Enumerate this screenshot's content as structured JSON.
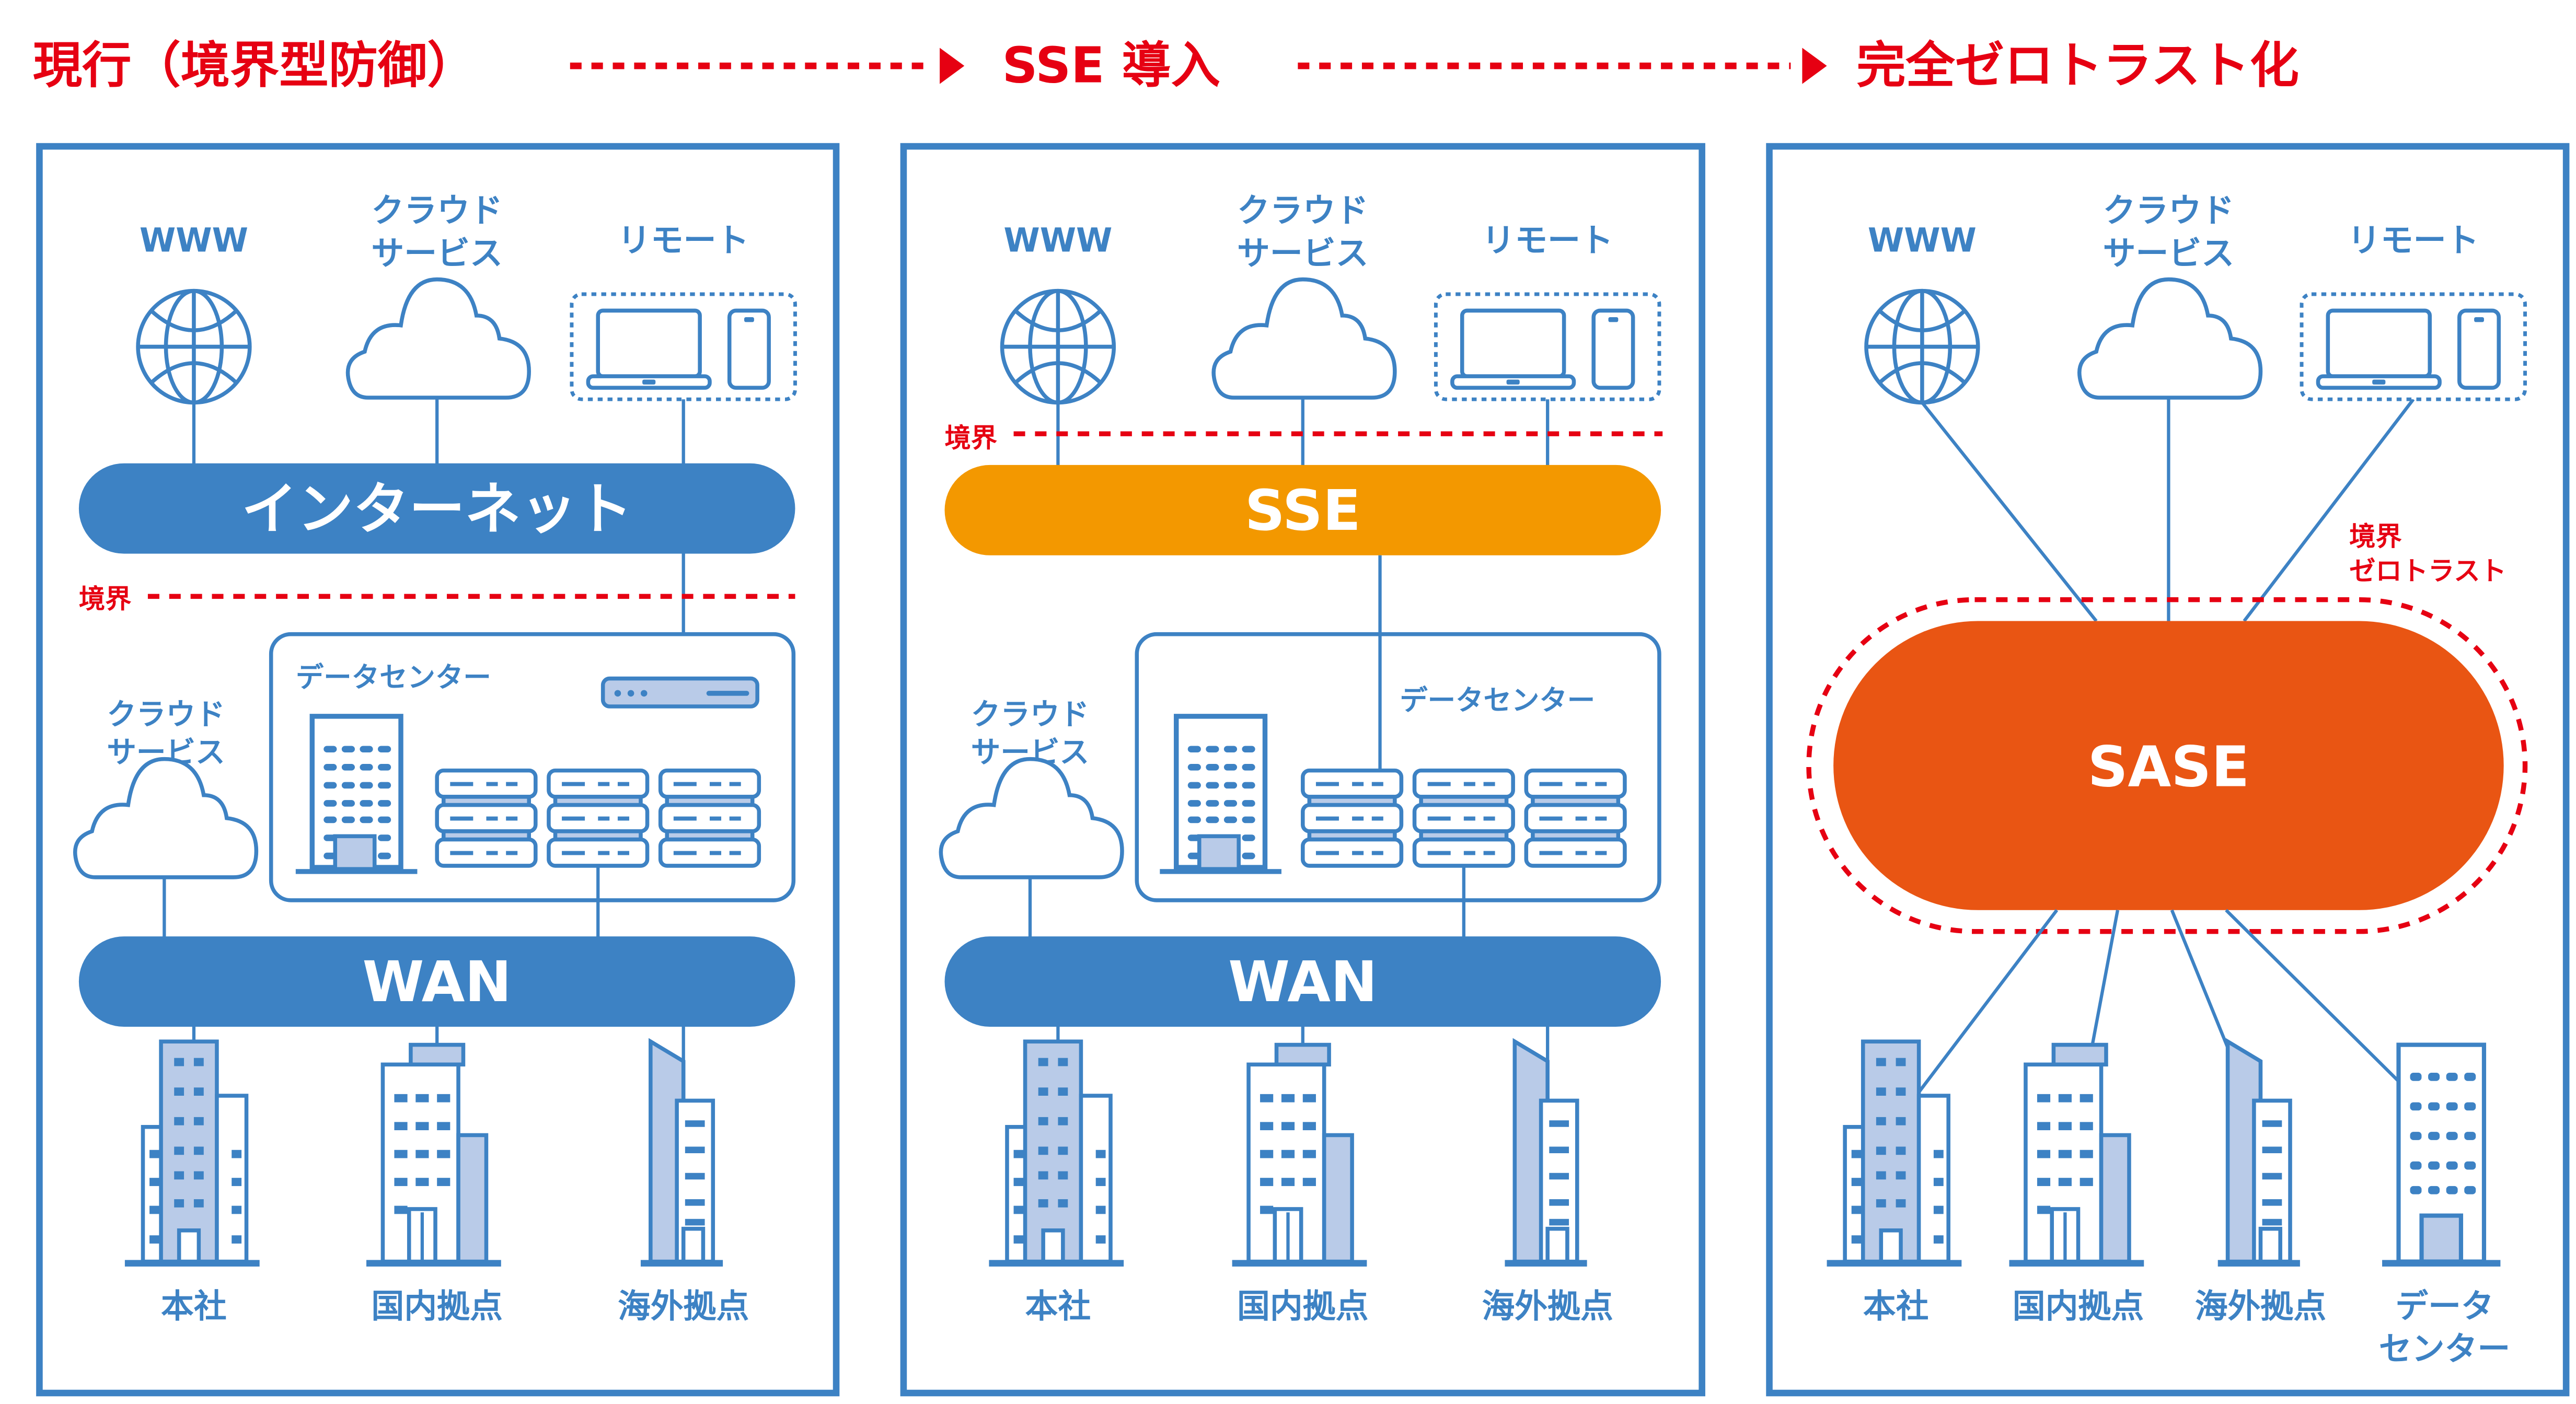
{
  "header": {
    "stage1": "現行（境界型防御）",
    "stage2": "SSE 導入",
    "stage3": "完全ゼロトラスト化",
    "arrow_icon": "dotted-arrow-right"
  },
  "colors": {
    "accent_red": "#e60012",
    "blue": "#3d82c4",
    "light_blue": "#b9cbe8",
    "sse_orange": "#f39800",
    "sase_orange": "#e95513"
  },
  "panels": [
    {
      "id": "current",
      "top_labels": {
        "www": "WWW",
        "cloud_line1": "クラウド",
        "cloud_line2": "サービス",
        "remote": "リモート"
      },
      "internet": "インターネット",
      "boundary": "境界",
      "datacenter": "データセンター",
      "cloud_line1": "クラウド",
      "cloud_line2": "サービス",
      "wan": "WAN",
      "sites": [
        "本社",
        "国内拠点",
        "海外拠点"
      ]
    },
    {
      "id": "sse",
      "top_labels": {
        "www": "WWW",
        "cloud_line1": "クラウド",
        "cloud_line2": "サービス",
        "remote": "リモート"
      },
      "boundary": "境界",
      "sse": "SSE",
      "datacenter": "データセンター",
      "cloud_line1": "クラウド",
      "cloud_line2": "サービス",
      "wan": "WAN",
      "sites": [
        "本社",
        "国内拠点",
        "海外拠点"
      ]
    },
    {
      "id": "zerotrust",
      "top_labels": {
        "www": "WWW",
        "cloud_line1": "クラウド",
        "cloud_line2": "サービス",
        "remote": "リモート"
      },
      "boundary_line1": "境界",
      "boundary_line2": "ゼロトラスト",
      "sase": "SASE",
      "sites": [
        "本社",
        "国内拠点",
        "海外拠点"
      ],
      "dc_line1": "データ",
      "dc_line2": "センター"
    }
  ]
}
